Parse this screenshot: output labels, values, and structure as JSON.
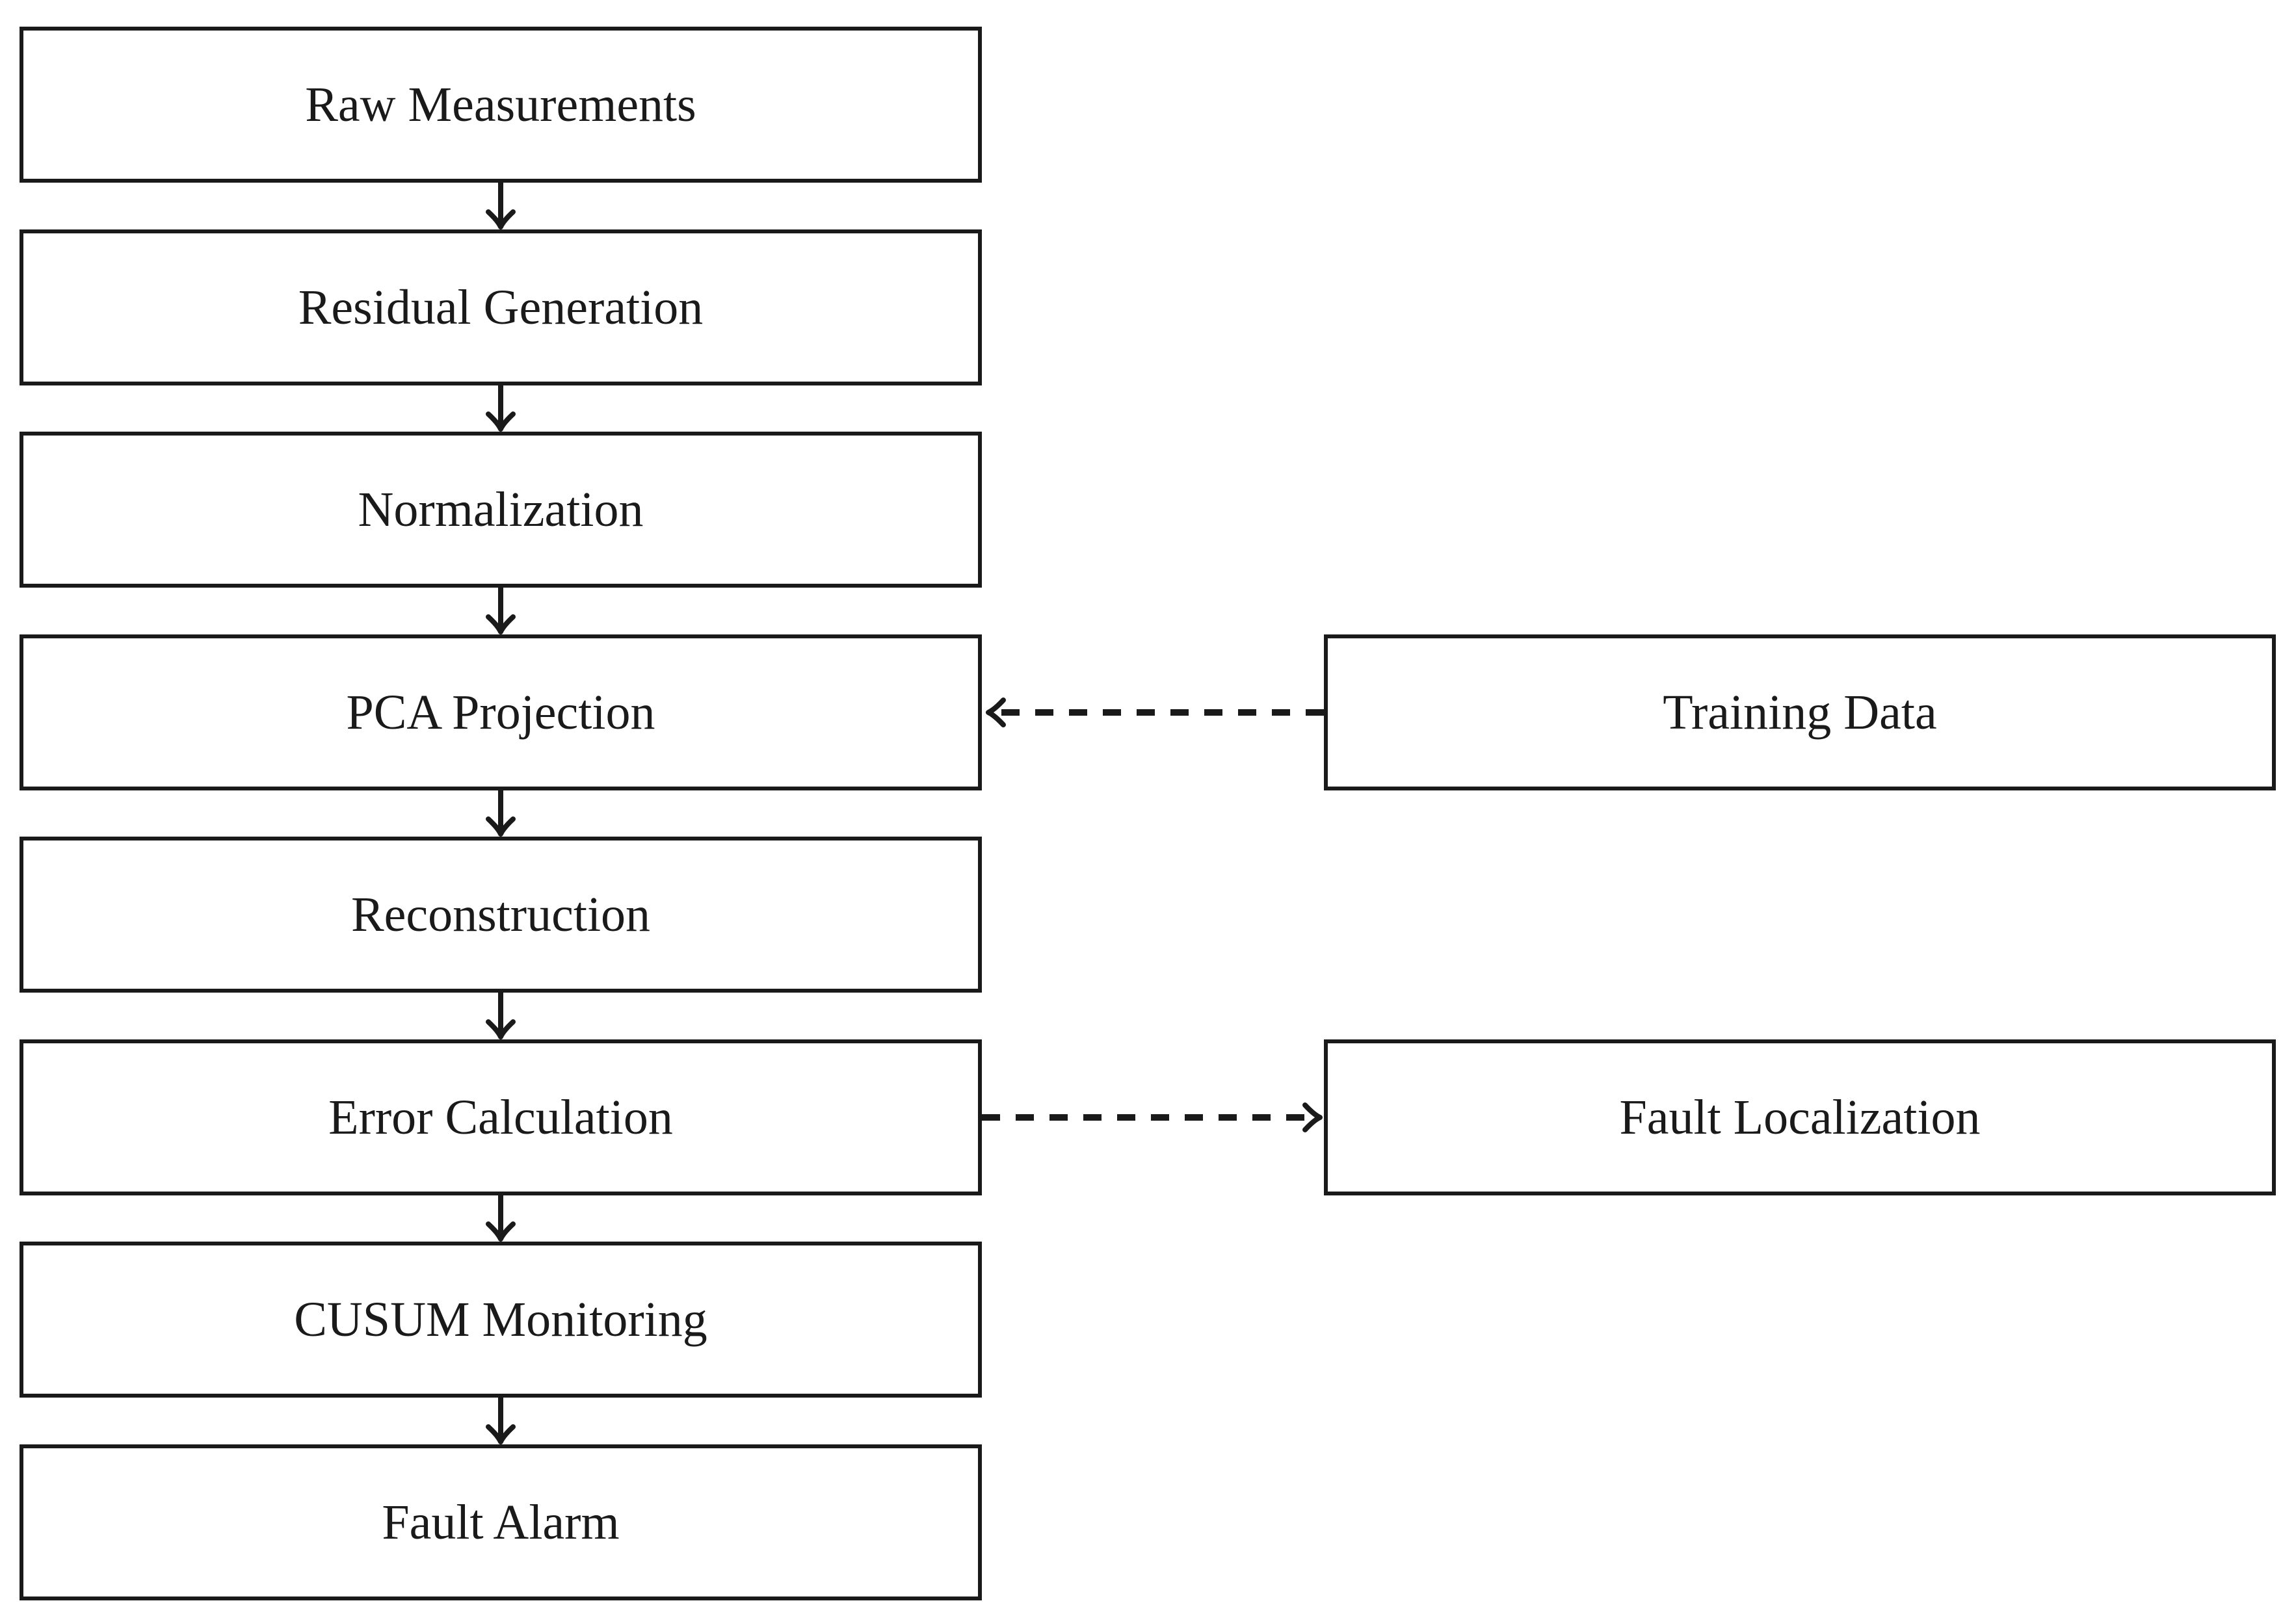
{
  "diagram": {
    "background_color": "#ffffff",
    "stroke_color": "#1a1a1a",
    "flow_nodes": [
      {
        "label": "Raw Measurements"
      },
      {
        "label": "Residual Generation"
      },
      {
        "label": "Normalization"
      },
      {
        "label": "PCA Projection"
      },
      {
        "label": "Reconstruction"
      },
      {
        "label": "Error Calculation"
      },
      {
        "label": "CUSUM Monitoring"
      },
      {
        "label": "Fault Alarm"
      }
    ],
    "side_nodes": [
      {
        "label": "Training Data",
        "connected_to": "PCA Projection",
        "arrow": "dashed, points left into flow"
      },
      {
        "label": "Fault Localization",
        "connected_to": "Error Calculation",
        "arrow": "dashed, points right out of flow"
      }
    ],
    "main_flow_connector": "solid vertical arrows pointing down between consecutive boxes"
  }
}
